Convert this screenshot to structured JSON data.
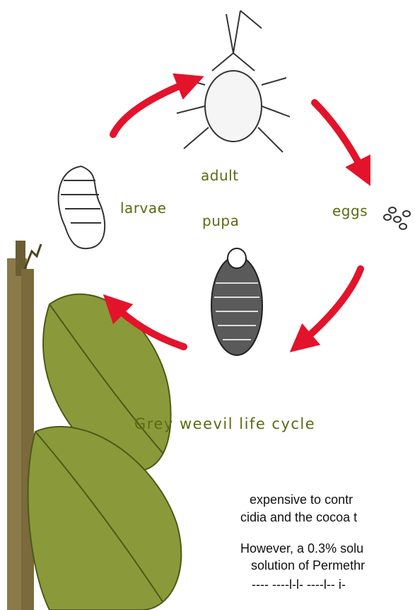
{
  "diagram": {
    "stages": {
      "adult": "adult",
      "eggs": "eggs",
      "larvae": "larvae",
      "pupa": "pupa"
    },
    "caption": "Grey weevil life cycle",
    "arrow_color": "#e3132b",
    "label_color": "#5b6b12",
    "leaf_color": "#8a9a3a"
  },
  "body_text": {
    "line1": "expensive to contr",
    "line2": "cidia and the cocoa t",
    "line3": "However, a 0.3% solu",
    "line4": "solution of Permethr",
    "line5": "---- ----l-l- ----l-- i-"
  }
}
